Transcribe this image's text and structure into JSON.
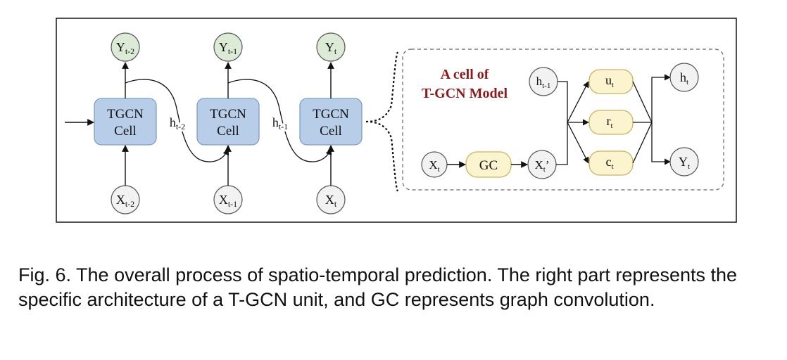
{
  "figure": {
    "cells": [
      {
        "label_line1": "TGCN",
        "label_line2": "Cell",
        "input": "X",
        "input_sub": "t-2",
        "output": "Y",
        "output_sub": "t-2"
      },
      {
        "label_line1": "TGCN",
        "label_line2": "Cell",
        "input": "X",
        "input_sub": "t-1",
        "output": "Y",
        "output_sub": "t-1"
      },
      {
        "label_line1": "TGCN",
        "label_line2": "Cell",
        "input": "X",
        "input_sub": "t",
        "output": "Y",
        "output_sub": "t"
      }
    ],
    "hidden_links": [
      {
        "base": "h",
        "sub": "t-2"
      },
      {
        "base": "h",
        "sub": "t-1"
      }
    ],
    "detail": {
      "title_line1": "A cell of",
      "title_line2": "T-GCN Model",
      "title_color": "#8b1a1a",
      "h_prev": {
        "base": "h",
        "sub": "t-1"
      },
      "x_in": {
        "base": "X",
        "sub": "t"
      },
      "gc": "GC",
      "x_prime": {
        "base": "X",
        "sub": "t",
        "suffix": "’"
      },
      "gates": [
        {
          "base": "u",
          "sub": "t"
        },
        {
          "base": "r",
          "sub": "t"
        },
        {
          "base": "c",
          "sub": "t"
        }
      ],
      "h_out": {
        "base": "h",
        "sub": "t"
      },
      "y_out": {
        "base": "Y",
        "sub": "t"
      }
    },
    "colors": {
      "cell_fill": "#b8cde8",
      "cell_stroke": "#7f9cc4",
      "output_fill": "#dcebd6",
      "gate_fill": "#fbf4cf",
      "gate_stroke": "#c9b463",
      "node_fill": "#f2f2f2"
    }
  },
  "caption": "Fig. 6. The overall process of spatio-temporal prediction. The right part represents the specific architecture of a T-GCN unit, and GC represents graph convolution."
}
